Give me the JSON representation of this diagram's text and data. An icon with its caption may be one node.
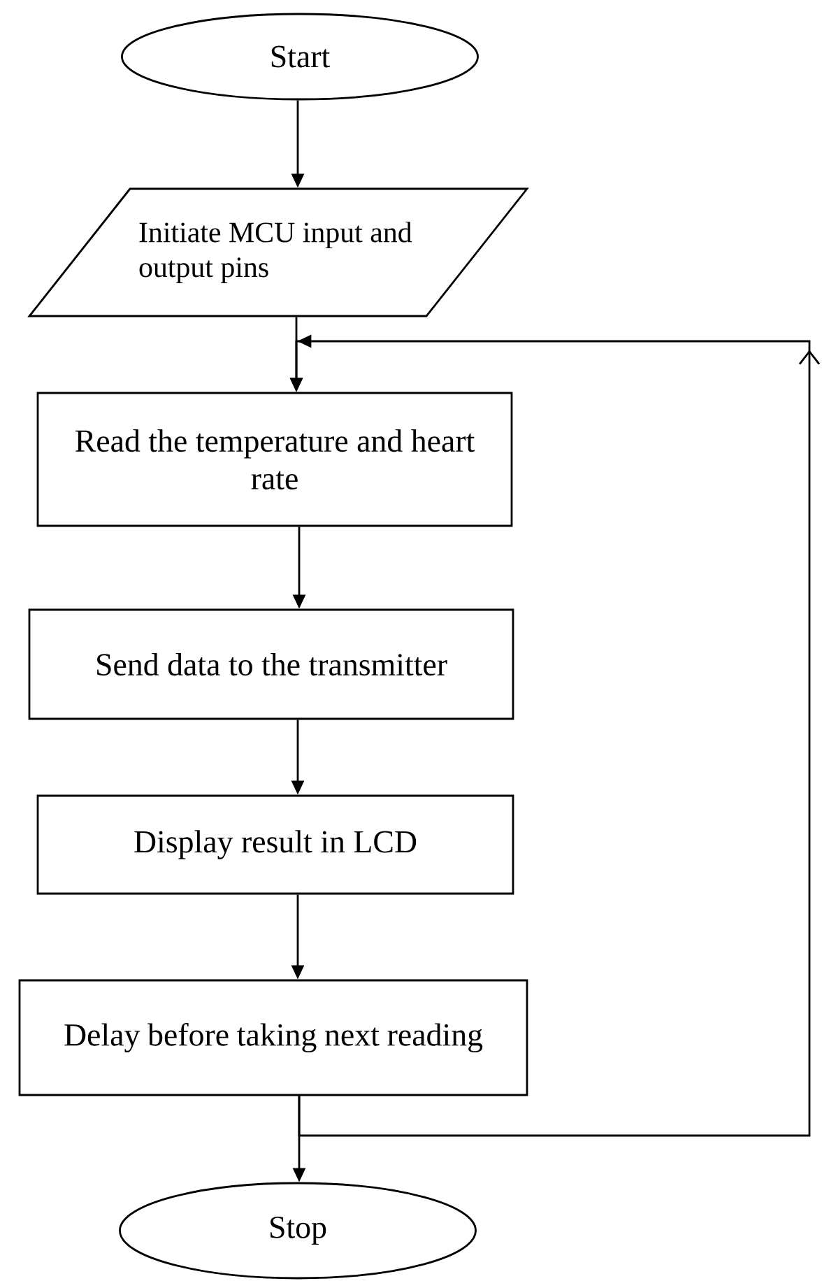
{
  "diagram": {
    "nodes": [
      {
        "text": [
          "Start"
        ]
      },
      {
        "text": [
          "Initiate MCU input and output pins"
        ]
      },
      {
        "text": [
          "Read the temperature and heart rate"
        ]
      },
      {
        "text": [
          "Send data to the transmitter"
        ]
      },
      {
        "text": [
          "Display result in LCD"
        ]
      },
      {
        "text": [
          "Delay before taking next reading"
        ]
      },
      {
        "text": [
          "Stop"
        ]
      }
    ],
    "edges": [
      {
        "from": 0,
        "to": 1,
        "arrow": "to"
      },
      {
        "from": 1,
        "to": 2,
        "arrow": "to"
      },
      {
        "from": 2,
        "to": 3,
        "arrow": "to"
      },
      {
        "from": 3,
        "to": 4,
        "arrow": "to"
      },
      {
        "from": 4,
        "to": 5,
        "arrow": "to"
      },
      {
        "from": 5,
        "to": 6,
        "arrow": "to"
      },
      {
        "from": 5,
        "to": 2,
        "arrow": "to"
      }
    ]
  }
}
